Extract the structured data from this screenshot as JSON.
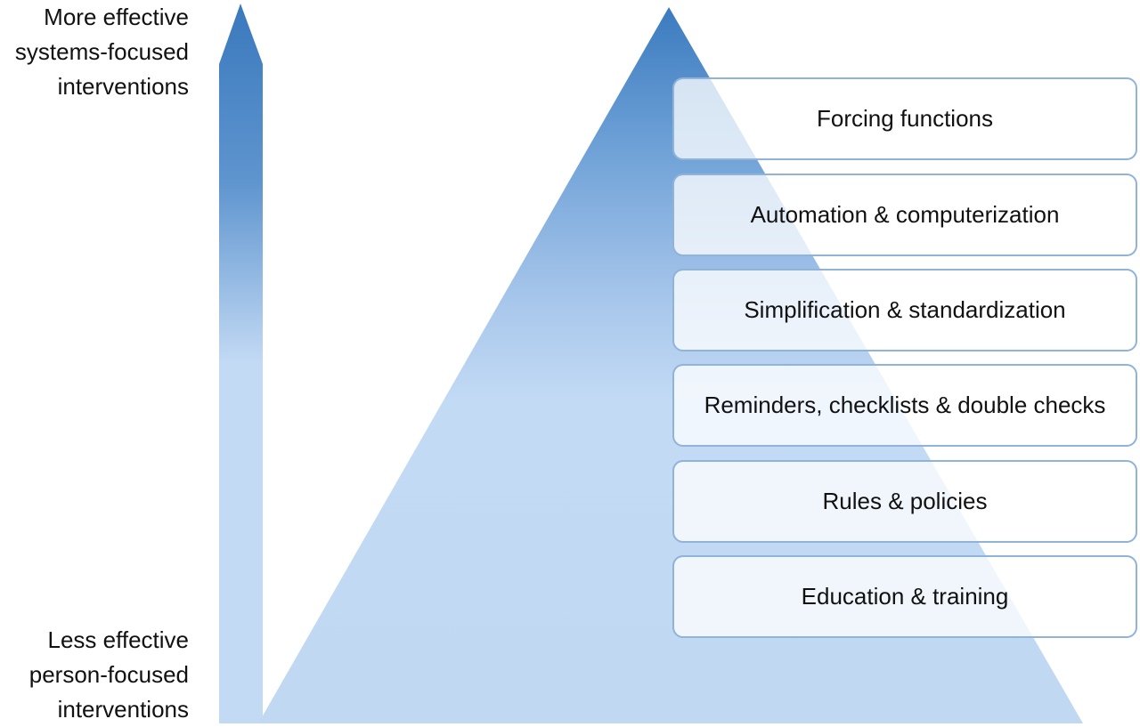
{
  "axis": {
    "top_label": "More effective\nsystems-focused\ninterventions",
    "bottom_label": "Less effective\nperson-focused\ninterventions"
  },
  "pyramid": {
    "levels": [
      "Forcing functions",
      "Automation & computerization",
      "Simplification & standardization",
      "Reminders, checklists & double checks",
      "Rules & policies",
      "Education & training"
    ]
  },
  "colors": {
    "gradient_dark": "#3d7cbf",
    "gradient_mid": "#a7c5ea",
    "gradient_light": "#c2daf4",
    "box_border": "#8fb3d9"
  }
}
